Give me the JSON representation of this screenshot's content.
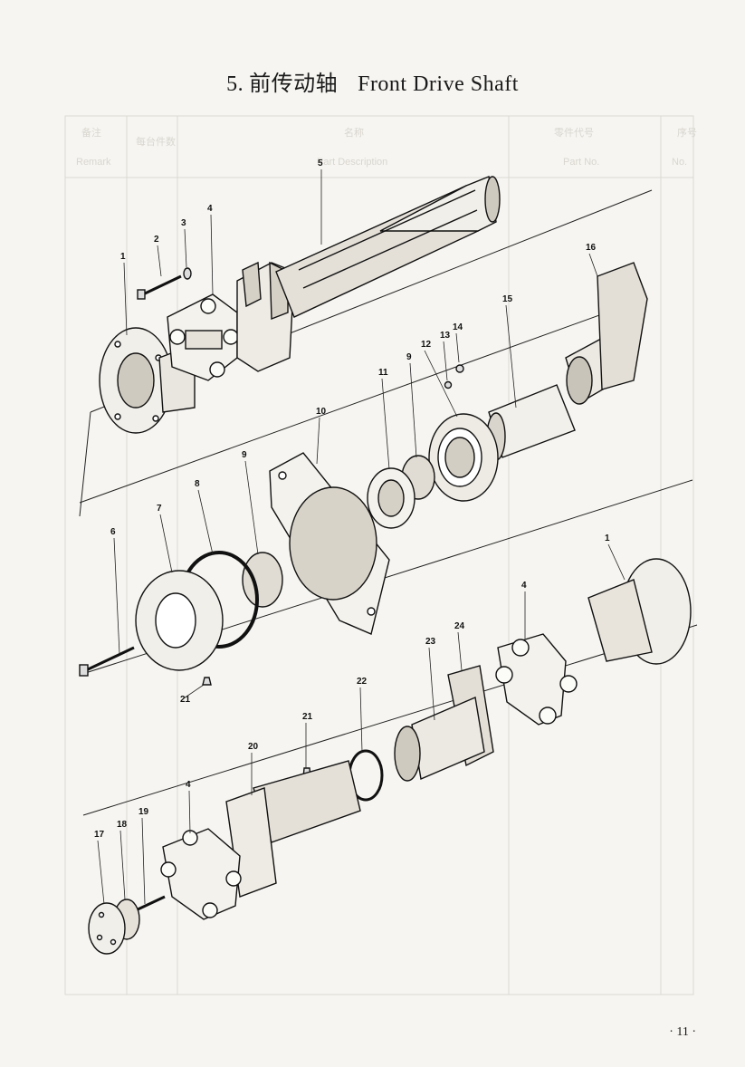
{
  "header": {
    "section_number": "5.",
    "title_zh": "前传动轴",
    "title_en": "Front Drive Shaft"
  },
  "table_header": {
    "no_cn": "序号",
    "no_en": "No.",
    "part_no_cn": "零件代号",
    "part_no_en": "Part No.",
    "name_cn": "名称",
    "name_en": "Part Description",
    "qty_cn": "每台件数",
    "remark_cn": "备注",
    "remark_en": "Remark"
  },
  "callouts": [
    "1",
    "2",
    "3",
    "4",
    "5",
    "16",
    "15",
    "14",
    "13",
    "12",
    "9",
    "11",
    "10",
    "9",
    "8",
    "7",
    "6",
    "21",
    "1",
    "4",
    "24",
    "23",
    "22",
    "21",
    "20",
    "4",
    "19",
    "18",
    "17"
  ],
  "page_number": "· 11 ·",
  "colors": {
    "ink": "#1a1a1a",
    "paper": "#f6f5f1",
    "ghost": "#d9d6cf"
  }
}
